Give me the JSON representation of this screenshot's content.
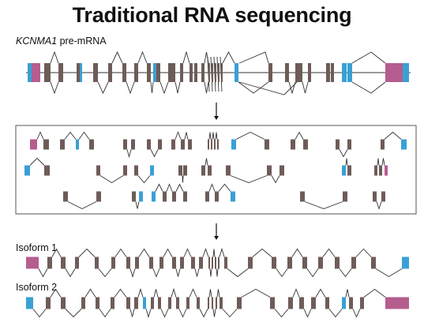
{
  "title": "Traditional RNA sequencing",
  "premrna": {
    "gene": "KCNMA1",
    "suffix": " pre-mRNA"
  },
  "isoforms": [
    {
      "label": "Isoform 1"
    },
    {
      "label": "Isoform 2"
    }
  ],
  "colors": {
    "exon": "#6e5c58",
    "variable_exon": "#3aa0d4",
    "utr": "#b55d8e",
    "line": "#333333",
    "box_border": "#555555"
  }
}
